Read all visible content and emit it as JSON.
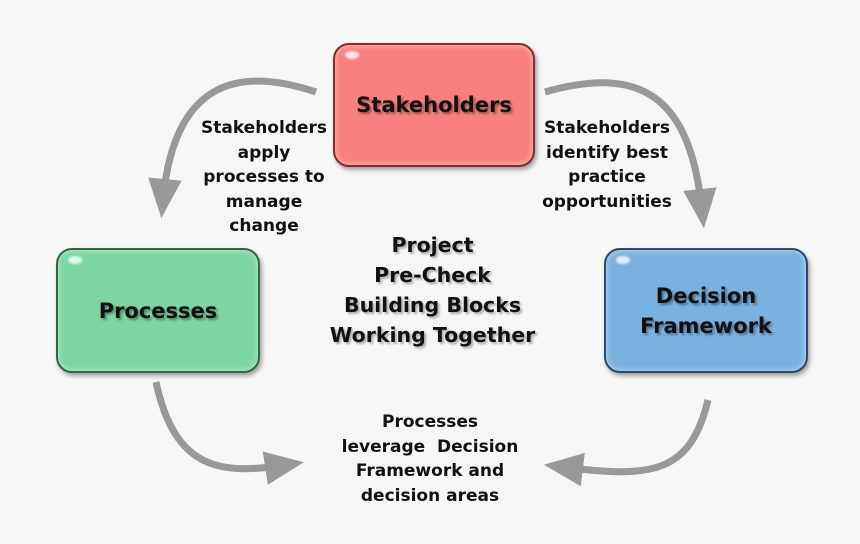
{
  "nodes": {
    "stakeholders": {
      "label": "Stakeholders",
      "color": "#f98080"
    },
    "processes": {
      "label": "Processes",
      "color": "#7bd6a2"
    },
    "decision_framework": {
      "line1": "Decision",
      "line2": "Framework",
      "color": "#7ab2df"
    }
  },
  "center_title": {
    "line1": "Project",
    "line2": "Pre-Check",
    "line3": "Building Blocks",
    "line4": "Working Together"
  },
  "edges": {
    "stakeholders_to_processes": {
      "lines": [
        "Stakeholders",
        "apply",
        "processes to",
        "manage",
        "change"
      ]
    },
    "stakeholders_to_decision": {
      "lines": [
        "Stakeholders",
        "identify best",
        "practice",
        "opportunities"
      ]
    },
    "bottom": {
      "lines": [
        "Processes",
        "leverage  Decision",
        "Framework and",
        "decision areas"
      ]
    }
  },
  "arrow_color": "#999999"
}
